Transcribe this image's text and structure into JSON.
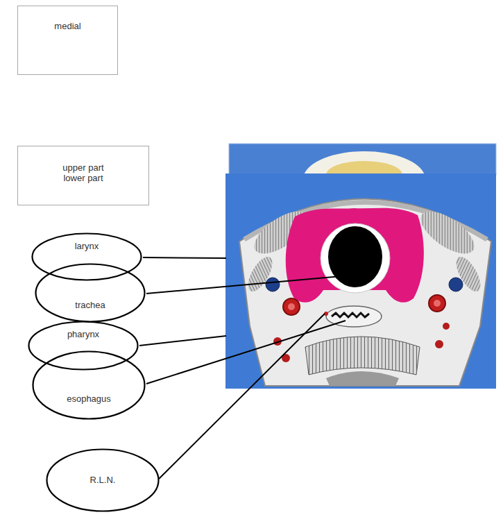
{
  "diagram": {
    "nodes": [
      {
        "text": [
          "medial"
        ]
      },
      {
        "text": [
          "upper part",
          "lower part"
        ]
      },
      {
        "text": [
          "larynx"
        ]
      },
      {
        "text": [
          "trachea"
        ]
      },
      {
        "text": [
          "pharynx"
        ]
      },
      {
        "text": [
          "esophagus"
        ]
      },
      {
        "text": [
          "R.L.N."
        ]
      }
    ]
  }
}
